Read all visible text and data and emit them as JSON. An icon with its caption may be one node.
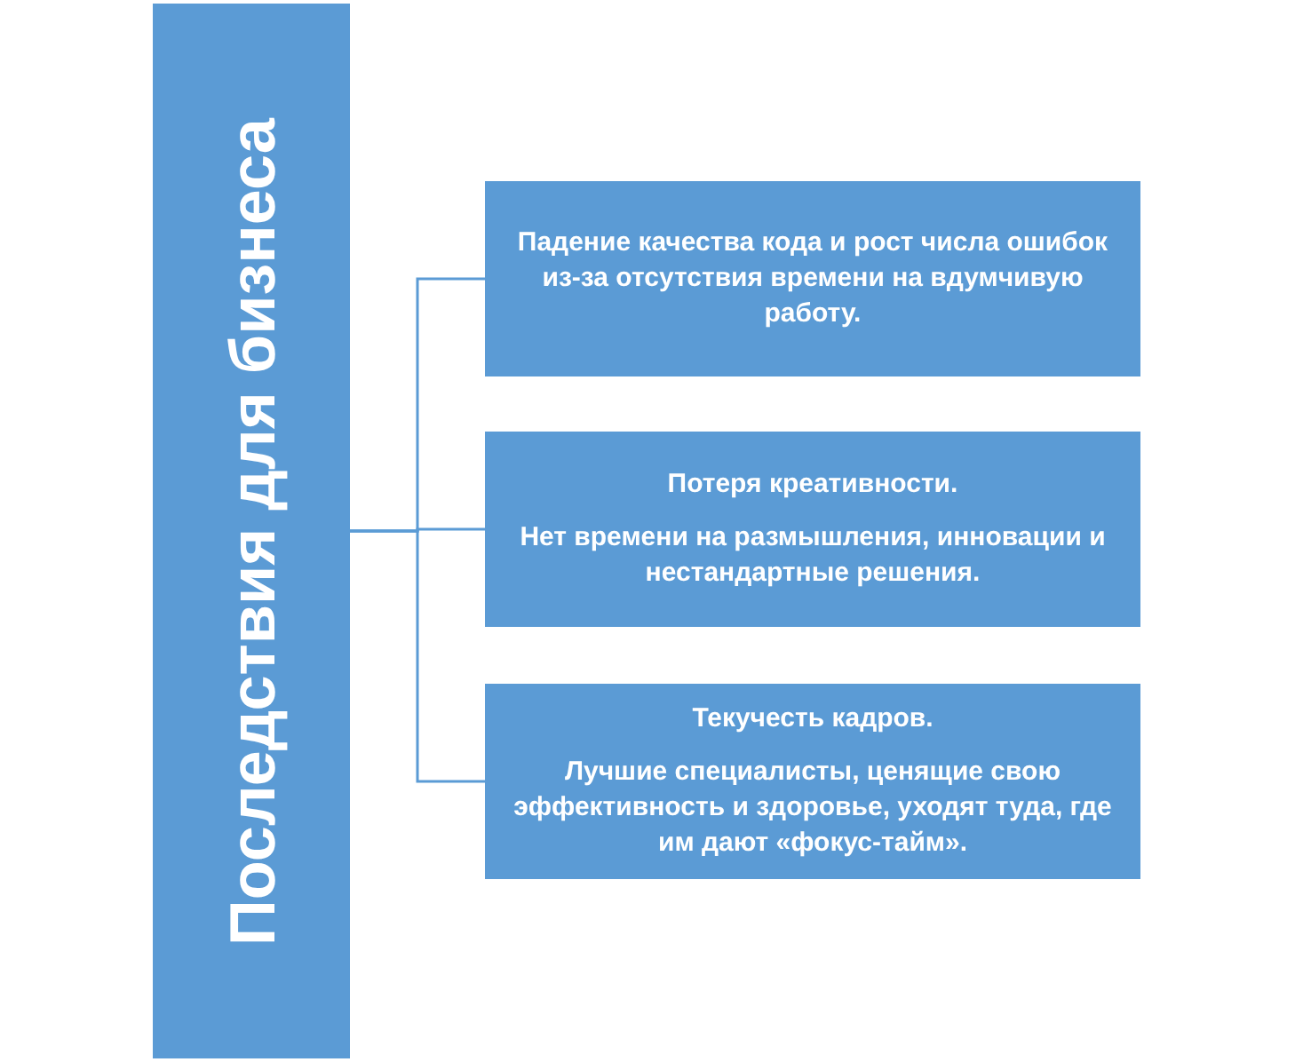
{
  "diagram": {
    "nodes": [
      {
        "text": [
          "Последствия для бизнеса"
        ]
      },
      {
        "text": [
          "Падение качества кода и рост числа ошибок из-за отсутствия времени на вдумчивую работу."
        ]
      },
      {
        "text": [
          "Потеря креативности.",
          "Нет времени на размышления, инновации и нестандартные решения."
        ]
      },
      {
        "text": [
          "Текучесть кадров.",
          "Лучшие специалисты, ценящие свою эффективность и здоровье, уходят туда, где им дают «фокус-тайм»."
        ]
      }
    ],
    "edges": [
      {
        "from": 0,
        "to": 1,
        "arrow": "none"
      },
      {
        "from": 0,
        "to": 2,
        "arrow": "none"
      },
      {
        "from": 0,
        "to": 3,
        "arrow": "none"
      }
    ]
  }
}
